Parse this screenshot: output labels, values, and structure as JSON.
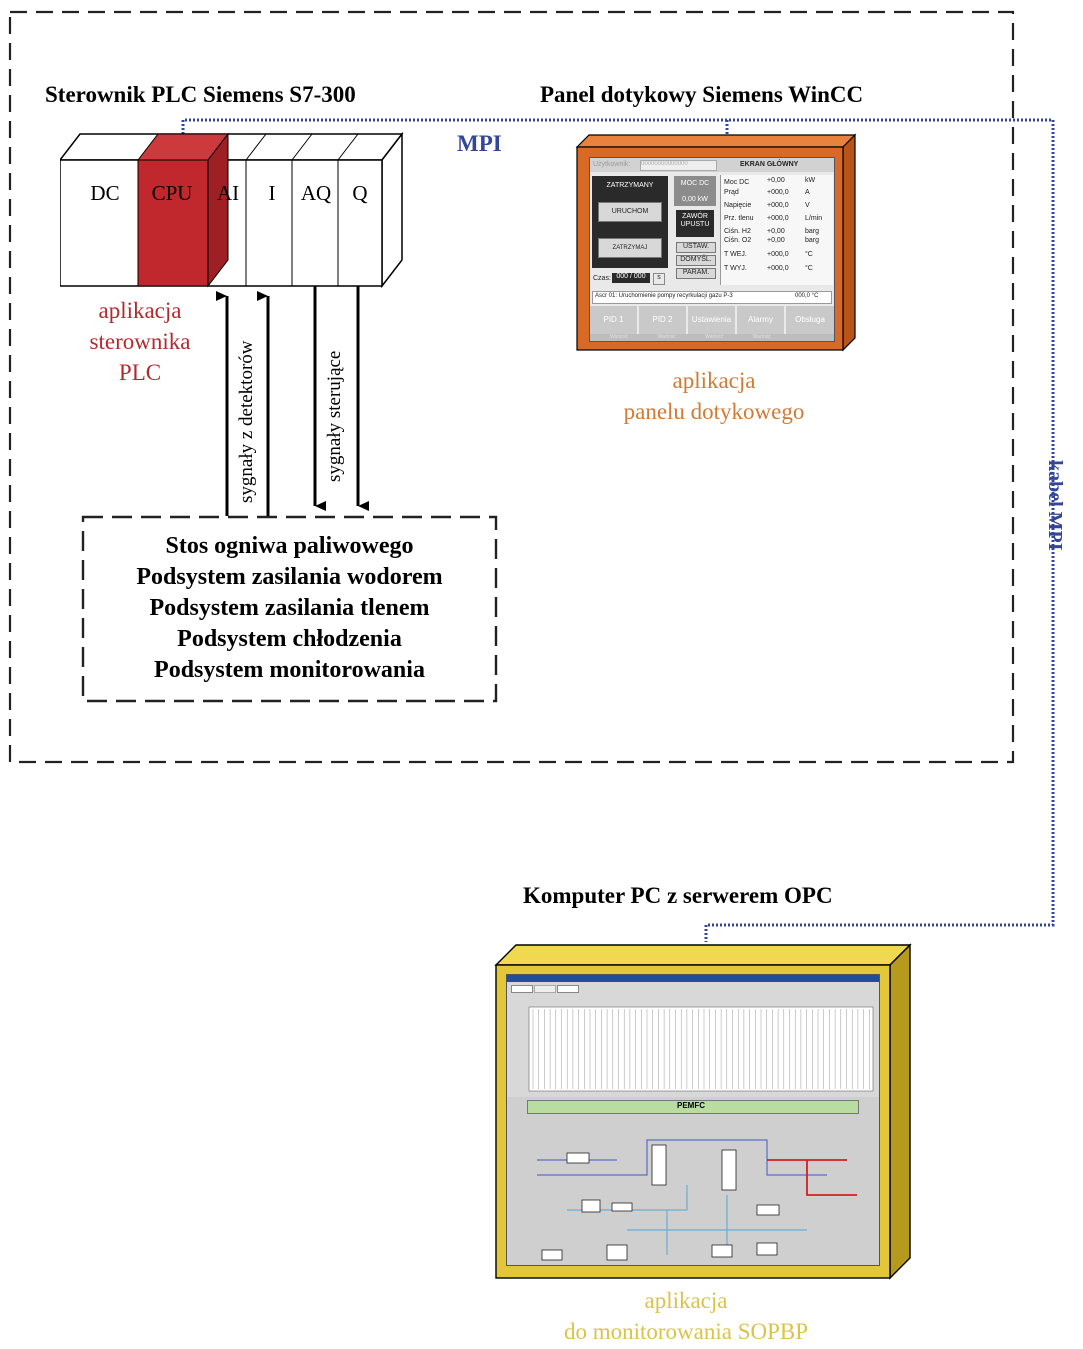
{
  "plc": {
    "title": "Sterownik PLC Siemens S7-300",
    "modules": [
      "DC",
      "CPU",
      "AI",
      "I",
      "AQ",
      "Q"
    ],
    "app_caption": [
      "aplikacja",
      "sterownika",
      "PLC"
    ],
    "signal_in": "sygnały z detektorów",
    "signal_out": "sygnały sterujące"
  },
  "mpi_label": "MPI",
  "cable_label": "kabel MPI",
  "panel": {
    "title": "Panel dotykowy Siemens WinCC",
    "app_caption": [
      "aplikacja",
      "panelu dotykowego"
    ],
    "screen": {
      "user_label": "Użytkownik:",
      "user_value": "00000000000000",
      "screen_title": "EKRAN GŁÓWNY",
      "state": "ZATRZYMANY",
      "btn_start": "URUCHOM",
      "btn_stop": "ZATRZYMAJ",
      "moc_dc": "MOC DC",
      "moc_val": "0,00 kW",
      "valve": [
        "ZAWÓR",
        "UPUSTU"
      ],
      "btn_set": "USTAW.",
      "btn_default": "DOMYŚL.",
      "btn_param": "PARAM.",
      "time_label": "Czas:",
      "time_value": "000 / 000",
      "time_unit": "s",
      "params": [
        {
          "name": "Moc DC",
          "value": "+0,00",
          "unit": "kW"
        },
        {
          "name": "Prąd",
          "value": "+000,0",
          "unit": "A"
        },
        {
          "name": "Napięcie",
          "value": "+000,0",
          "unit": "V"
        },
        {
          "name": "Prz. tlenu",
          "value": "+000,0",
          "unit": "L/min"
        },
        {
          "name": "Ciśn. H2",
          "value": "+0,00",
          "unit": "barg"
        },
        {
          "name": "Ciśn. O2",
          "value": "+0,00",
          "unit": "barg"
        },
        {
          "name": "T WEJ.",
          "value": "+000,0",
          "unit": "°C"
        },
        {
          "name": "T WYJ.",
          "value": "+000,0",
          "unit": "°C"
        }
      ],
      "alarm_msg": "Ascr 01: Uruchomienie pompy recyrkulacji gazu P-3",
      "alarm_val": "000,0 °C",
      "tabs": [
        "PID 1",
        "PID 2",
        "Ustawienia",
        "Alarmy",
        "Obsługa"
      ],
      "bottom": [
        "Wartość",
        "Wartość",
        "Wartość",
        "Wartość",
        "Wartość"
      ]
    }
  },
  "subsystems": [
    "Stos ogniwa paliwowego",
    "Podsystem zasilania wodorem",
    "Podsystem zasilania tlenem",
    "Podsystem chłodzenia",
    "Podsystem monitorowania"
  ],
  "pc": {
    "title": "Komputer PC z serwerem OPC",
    "app_caption": [
      "aplikacja",
      "do monitorowania SOPBP"
    ],
    "screen": {
      "label_center": "PEMFC"
    }
  },
  "colors": {
    "cpu_red": "#c0282d",
    "plc_caption": "#b22a2e",
    "panel_orange": "#d86a26",
    "panel_caption": "#d27a34",
    "pc_yellow": "#e3c63a",
    "pc_caption": "#dcc24a",
    "mpi_blue": "#33469a"
  }
}
